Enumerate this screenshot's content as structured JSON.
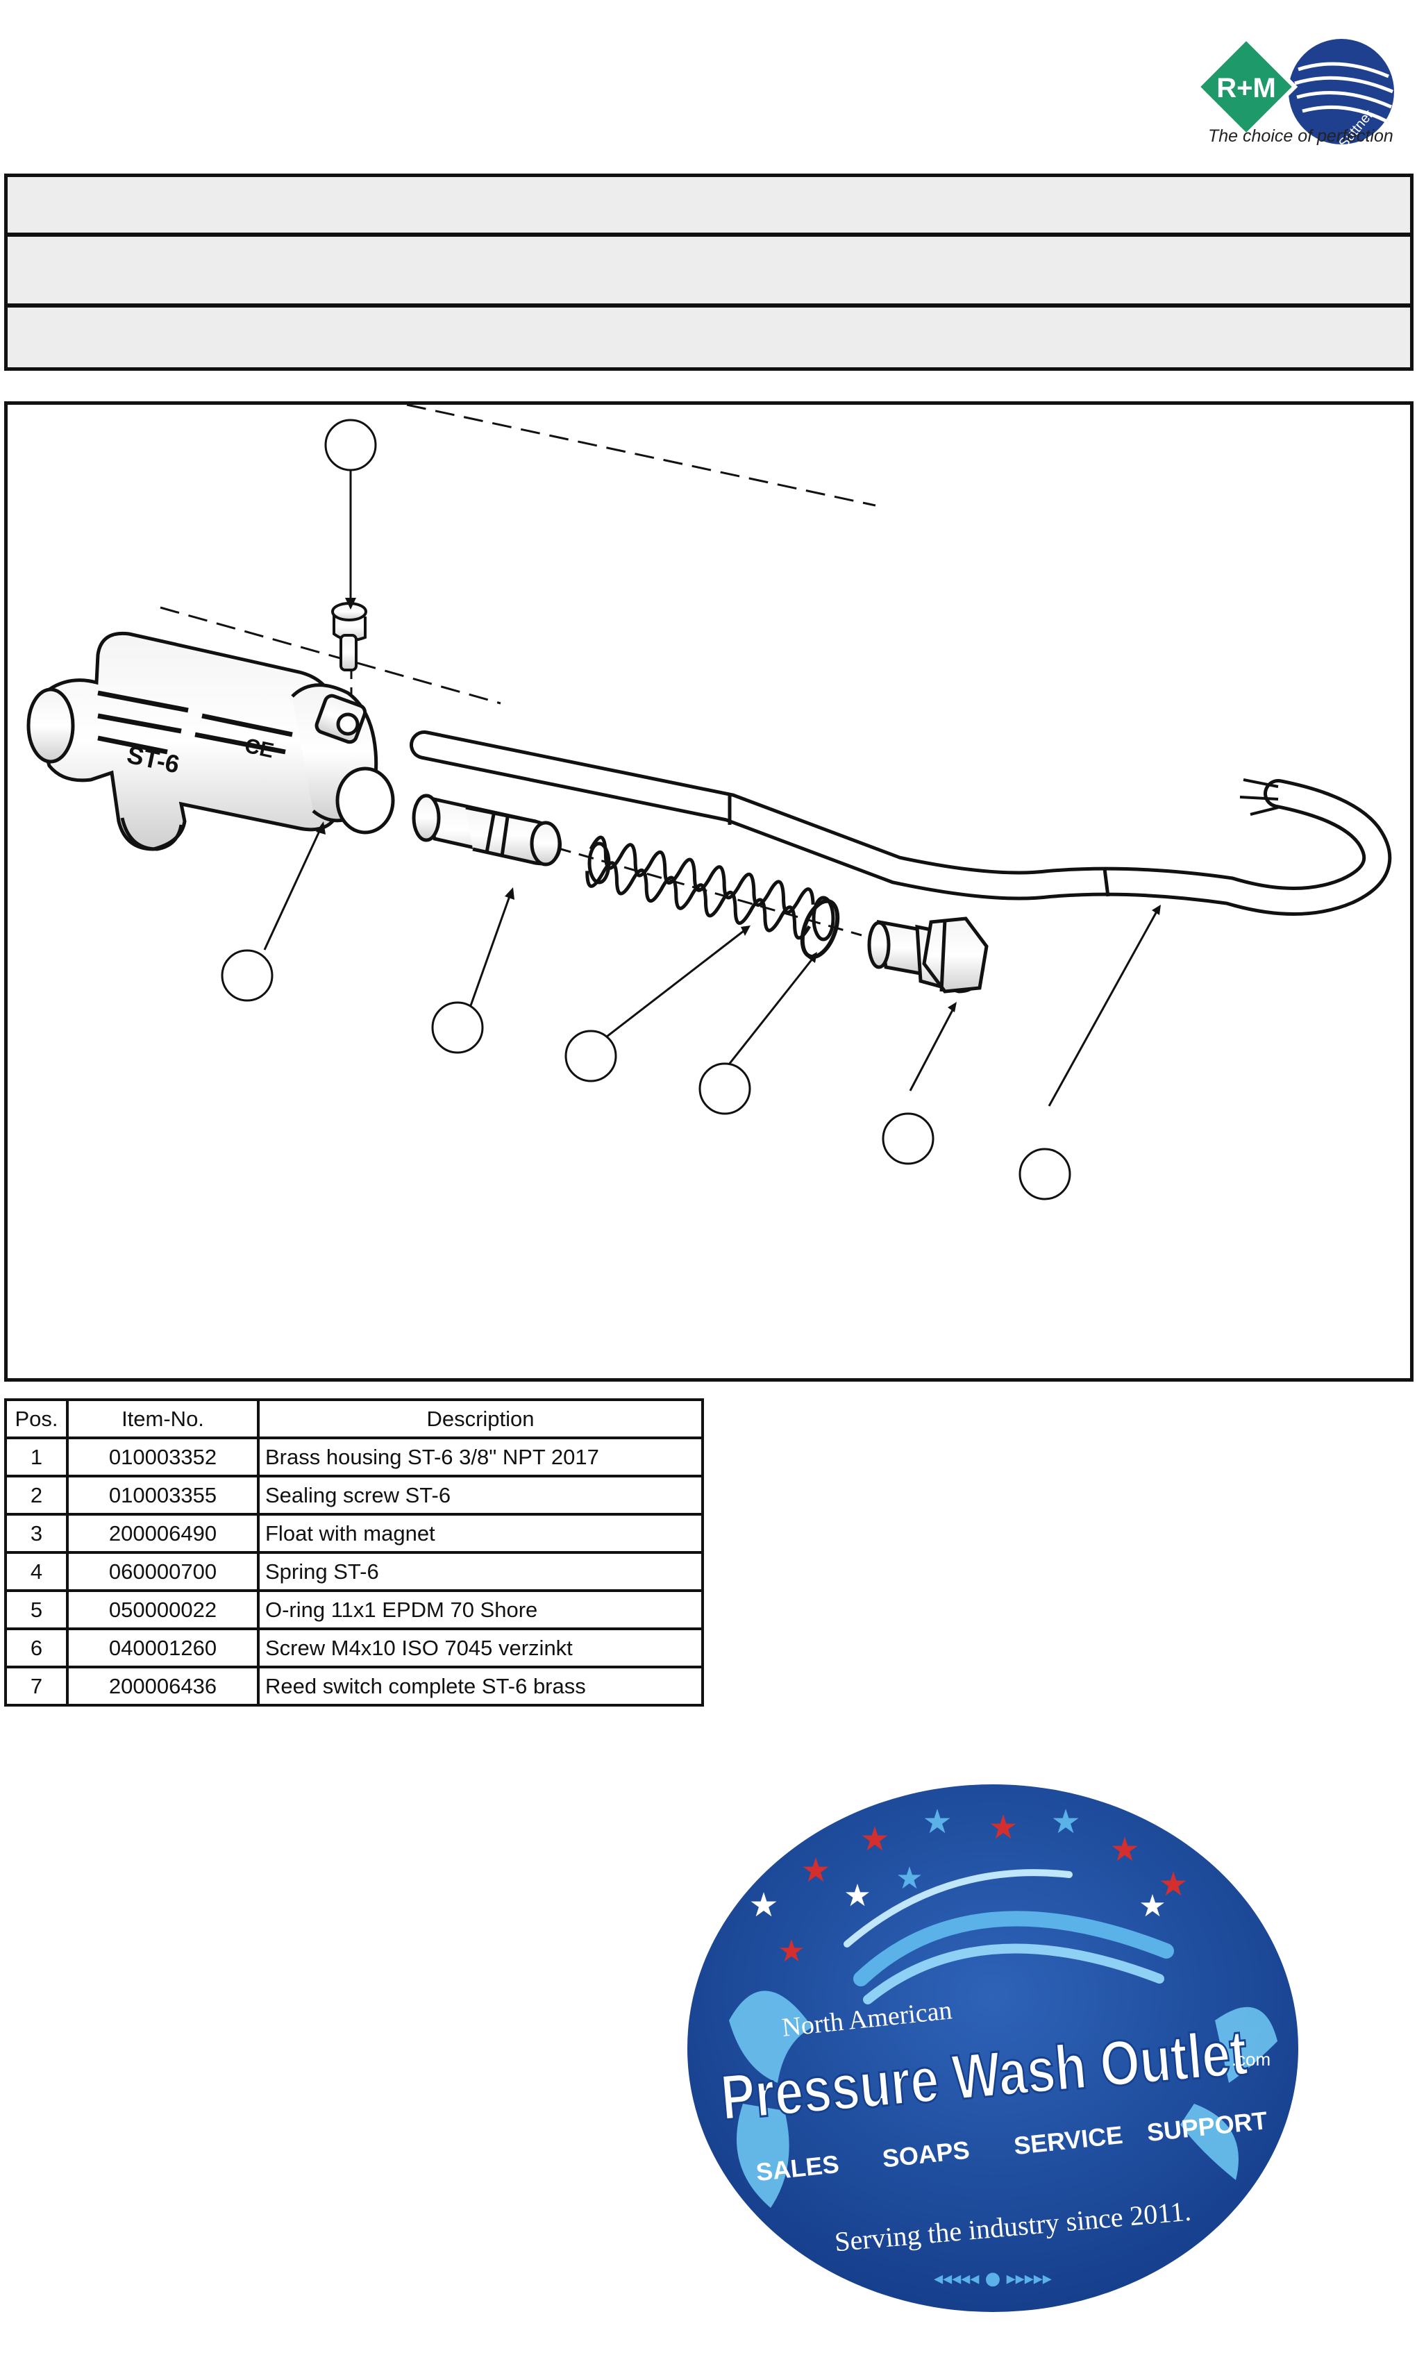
{
  "brand": {
    "logo_text": "R+M",
    "logo_subtext": "Suttner",
    "tagline": "The choice of perfection"
  },
  "header": {
    "bar1": "",
    "bar2": "",
    "bar3": ""
  },
  "drawing": {
    "callouts": [
      "",
      "",
      "",
      "",
      "",
      "",
      "",
      ""
    ],
    "housing_markings": [
      "ST-6",
      "CE"
    ]
  },
  "parts_table": {
    "headers": [
      "Pos.",
      "Item-No.",
      "Description"
    ],
    "rows": [
      {
        "pos": "1",
        "item": "010003352",
        "desc": "Brass housing ST-6 3/8\" NPT 2017"
      },
      {
        "pos": "2",
        "item": "010003355",
        "desc": "Sealing screw ST-6"
      },
      {
        "pos": "3",
        "item": "200006490",
        "desc": "Float with magnet"
      },
      {
        "pos": "4",
        "item": "060000700",
        "desc": "Spring ST-6"
      },
      {
        "pos": "5",
        "item": "050000022",
        "desc": "O-ring 11x1 EPDM 70 Shore"
      },
      {
        "pos": "6",
        "item": "040001260",
        "desc": "Screw M4x10 ISO 7045 verzinkt"
      },
      {
        "pos": "7",
        "item": "200006436",
        "desc": "Reed switch complete ST-6 brass"
      }
    ]
  },
  "badge": {
    "line1": "North American",
    "line2": "Pressure Wash Outlet",
    "domain": ".com",
    "services": [
      "SALES",
      "SOAPS",
      "SERVICE",
      "SUPPORT"
    ],
    "slogan": "Serving the industry  since 2011."
  },
  "colors": {
    "logo_green": "#1e9a6a",
    "logo_blue": "#1f3f8f",
    "badge_blue": "#1d4a9a",
    "badge_light": "#5ab2e8",
    "star_red": "#d32f2f",
    "header_gray": "#ededed"
  }
}
